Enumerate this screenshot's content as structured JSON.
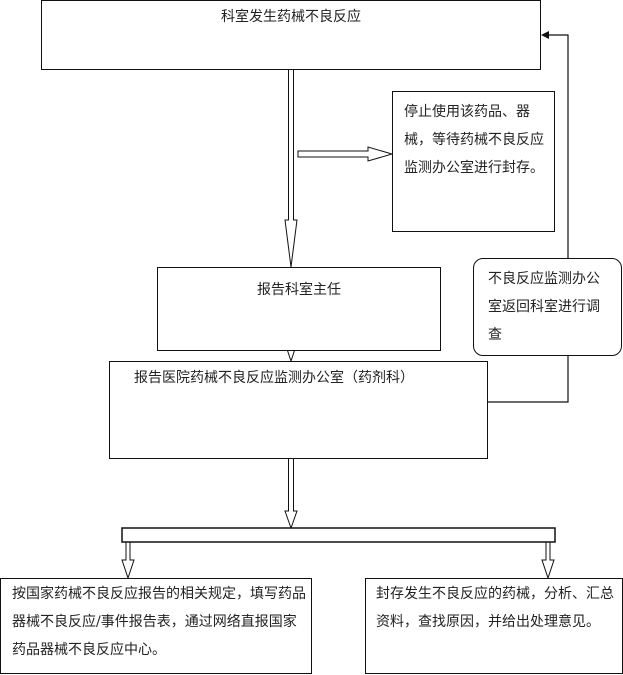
{
  "nodes": {
    "adverse_event": "科室发生药械不良反应",
    "stop_use": "停止使用该药品、器械，等待药械不良反应监测办公室进行封存。",
    "report_director": "报告科室主任",
    "report_office": "报告医院药械不良反应监测办公室（药剂科）",
    "office_return": "不良反应监测办公室返回科室进行调查",
    "national_report": "按国家药械不良反应报告的相关规定，填写药品器械不良反应/事件报告表，通过网络直报国家药品器械不良反应中心。",
    "seal_analyze": "封存发生不良反应的药械，分析、汇总资料，查找原因，并给出处理意见。"
  }
}
